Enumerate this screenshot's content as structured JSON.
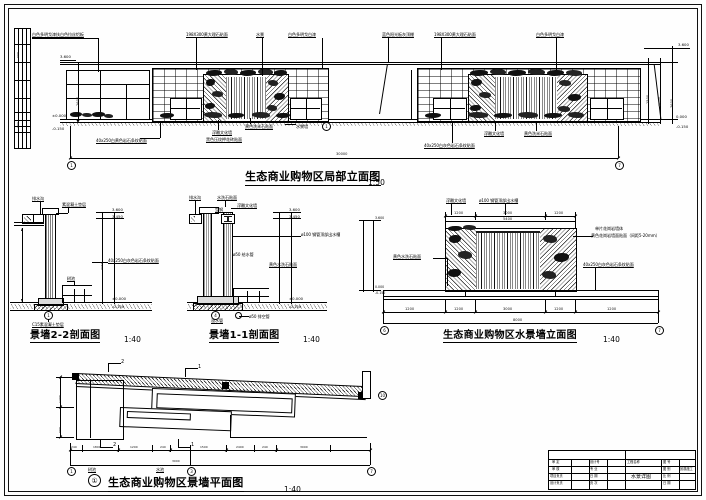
{
  "sheet": {
    "kind": "cad-drawing-sheet",
    "background": "#ffffff",
    "ink": "#000000"
  },
  "views": [
    {
      "id": "main-elevation",
      "title": "生态商业购物区局部立面图",
      "scale": "1:50",
      "overall_dim": "30000",
      "grid_marks": [
        "1",
        "7"
      ],
      "annotations_top": [
        "白色多明戈漆扶白色拉丝铝板",
        "198X300黄大理石贴面",
        "水景",
        "白色多明戈白漆",
        "蓝色阳光板灰顶棚",
        "198X300黄大理石贴面",
        "白色多明戈白漆"
      ],
      "annotations_bottom": [
        "40x250白黄色岩石条纹贴面",
        "浮雕文化墙",
        "黑色压纹押花砖贴面",
        "黄色洗米石贴面",
        "水景墙",
        "40x250白灰色岩石条纹贴面",
        "浮雕文化墙",
        "黄色洗米石贴面"
      ],
      "levels": [
        "3.600",
        "1.500",
        "±0.000",
        "-0.150",
        "3.600",
        "0.000",
        "-0.150"
      ],
      "vertical_dims": [
        "3600",
        "2600",
        "1500",
        "600",
        "450",
        "300"
      ]
    },
    {
      "id": "section-2-2",
      "title": "景墙2-2剖面图",
      "scale": "1:40",
      "annotations": [
        "排水沟",
        "素混凝土垫层",
        "40x250白灰色岩石条纹贴面",
        "树池",
        "C15素混凝土垫层"
      ],
      "levels": [
        "3.600",
        "3.450",
        "±0.000",
        "-0.150"
      ]
    },
    {
      "id": "section-1-1",
      "title": "景墙1-1剖面图",
      "scale": "1:40",
      "annotations": [
        "排水沟",
        "水洗石贴面",
        "浮雕文化墙",
        "型钢",
        "ø100 钢管顶部出水槽",
        "ø50 给水管",
        "黄色水洗石贴面",
        "溢水管",
        "ø50 排空管"
      ],
      "levels": [
        "3.600",
        "3.450",
        "±0.000",
        "-0.150"
      ]
    },
    {
      "id": "water-wall-elevation",
      "title": "生态商业购物区水景墙立面图",
      "scale": "1:40",
      "annotations": [
        "浮雕文化墙",
        "ø100 钢管顶部出水槽",
        "单片花岗岩墙体",
        "黄色花岗岩墙面贴面（间距5-20mm）",
        "黄色水洗石贴面",
        "40x250白灰色岩石条纹贴面"
      ],
      "grid_marks": [
        "6",
        "7"
      ],
      "dims": [
        "1200",
        "600",
        "3000",
        "1200",
        "1200",
        "8000"
      ]
    },
    {
      "id": "plan-view",
      "title": "生态商业购物区景墙平面图",
      "scale": "1:40",
      "marker": "①",
      "section_marks": [
        "1",
        "1",
        "2",
        "2"
      ],
      "grid_marks": [
        "1",
        "3",
        "7"
      ],
      "annotations": [
        "树池",
        "水池"
      ],
      "dims": [
        "240",
        "1800",
        "1200",
        "240",
        "1500",
        "2400",
        "240",
        "1800",
        "3000",
        "240"
      ]
    }
  ],
  "title_block": {
    "rows": [
      [
        "审 定",
        "",
        "设计号",
        "",
        "",
        "工程名称",
        "",
        "图 号",
        ""
      ],
      [
        "审 核",
        "",
        "专 业",
        "",
        "",
        "",
        "",
        "图 别",
        "景观施工"
      ],
      [
        "项目负责",
        "",
        "日 期",
        "",
        "",
        "水景详图",
        "",
        "比 例",
        ""
      ],
      [
        "设计负责",
        "",
        "页 次",
        "",
        "",
        "",
        "",
        "日 期",
        ""
      ]
    ],
    "drawing_name": "水景详图"
  }
}
